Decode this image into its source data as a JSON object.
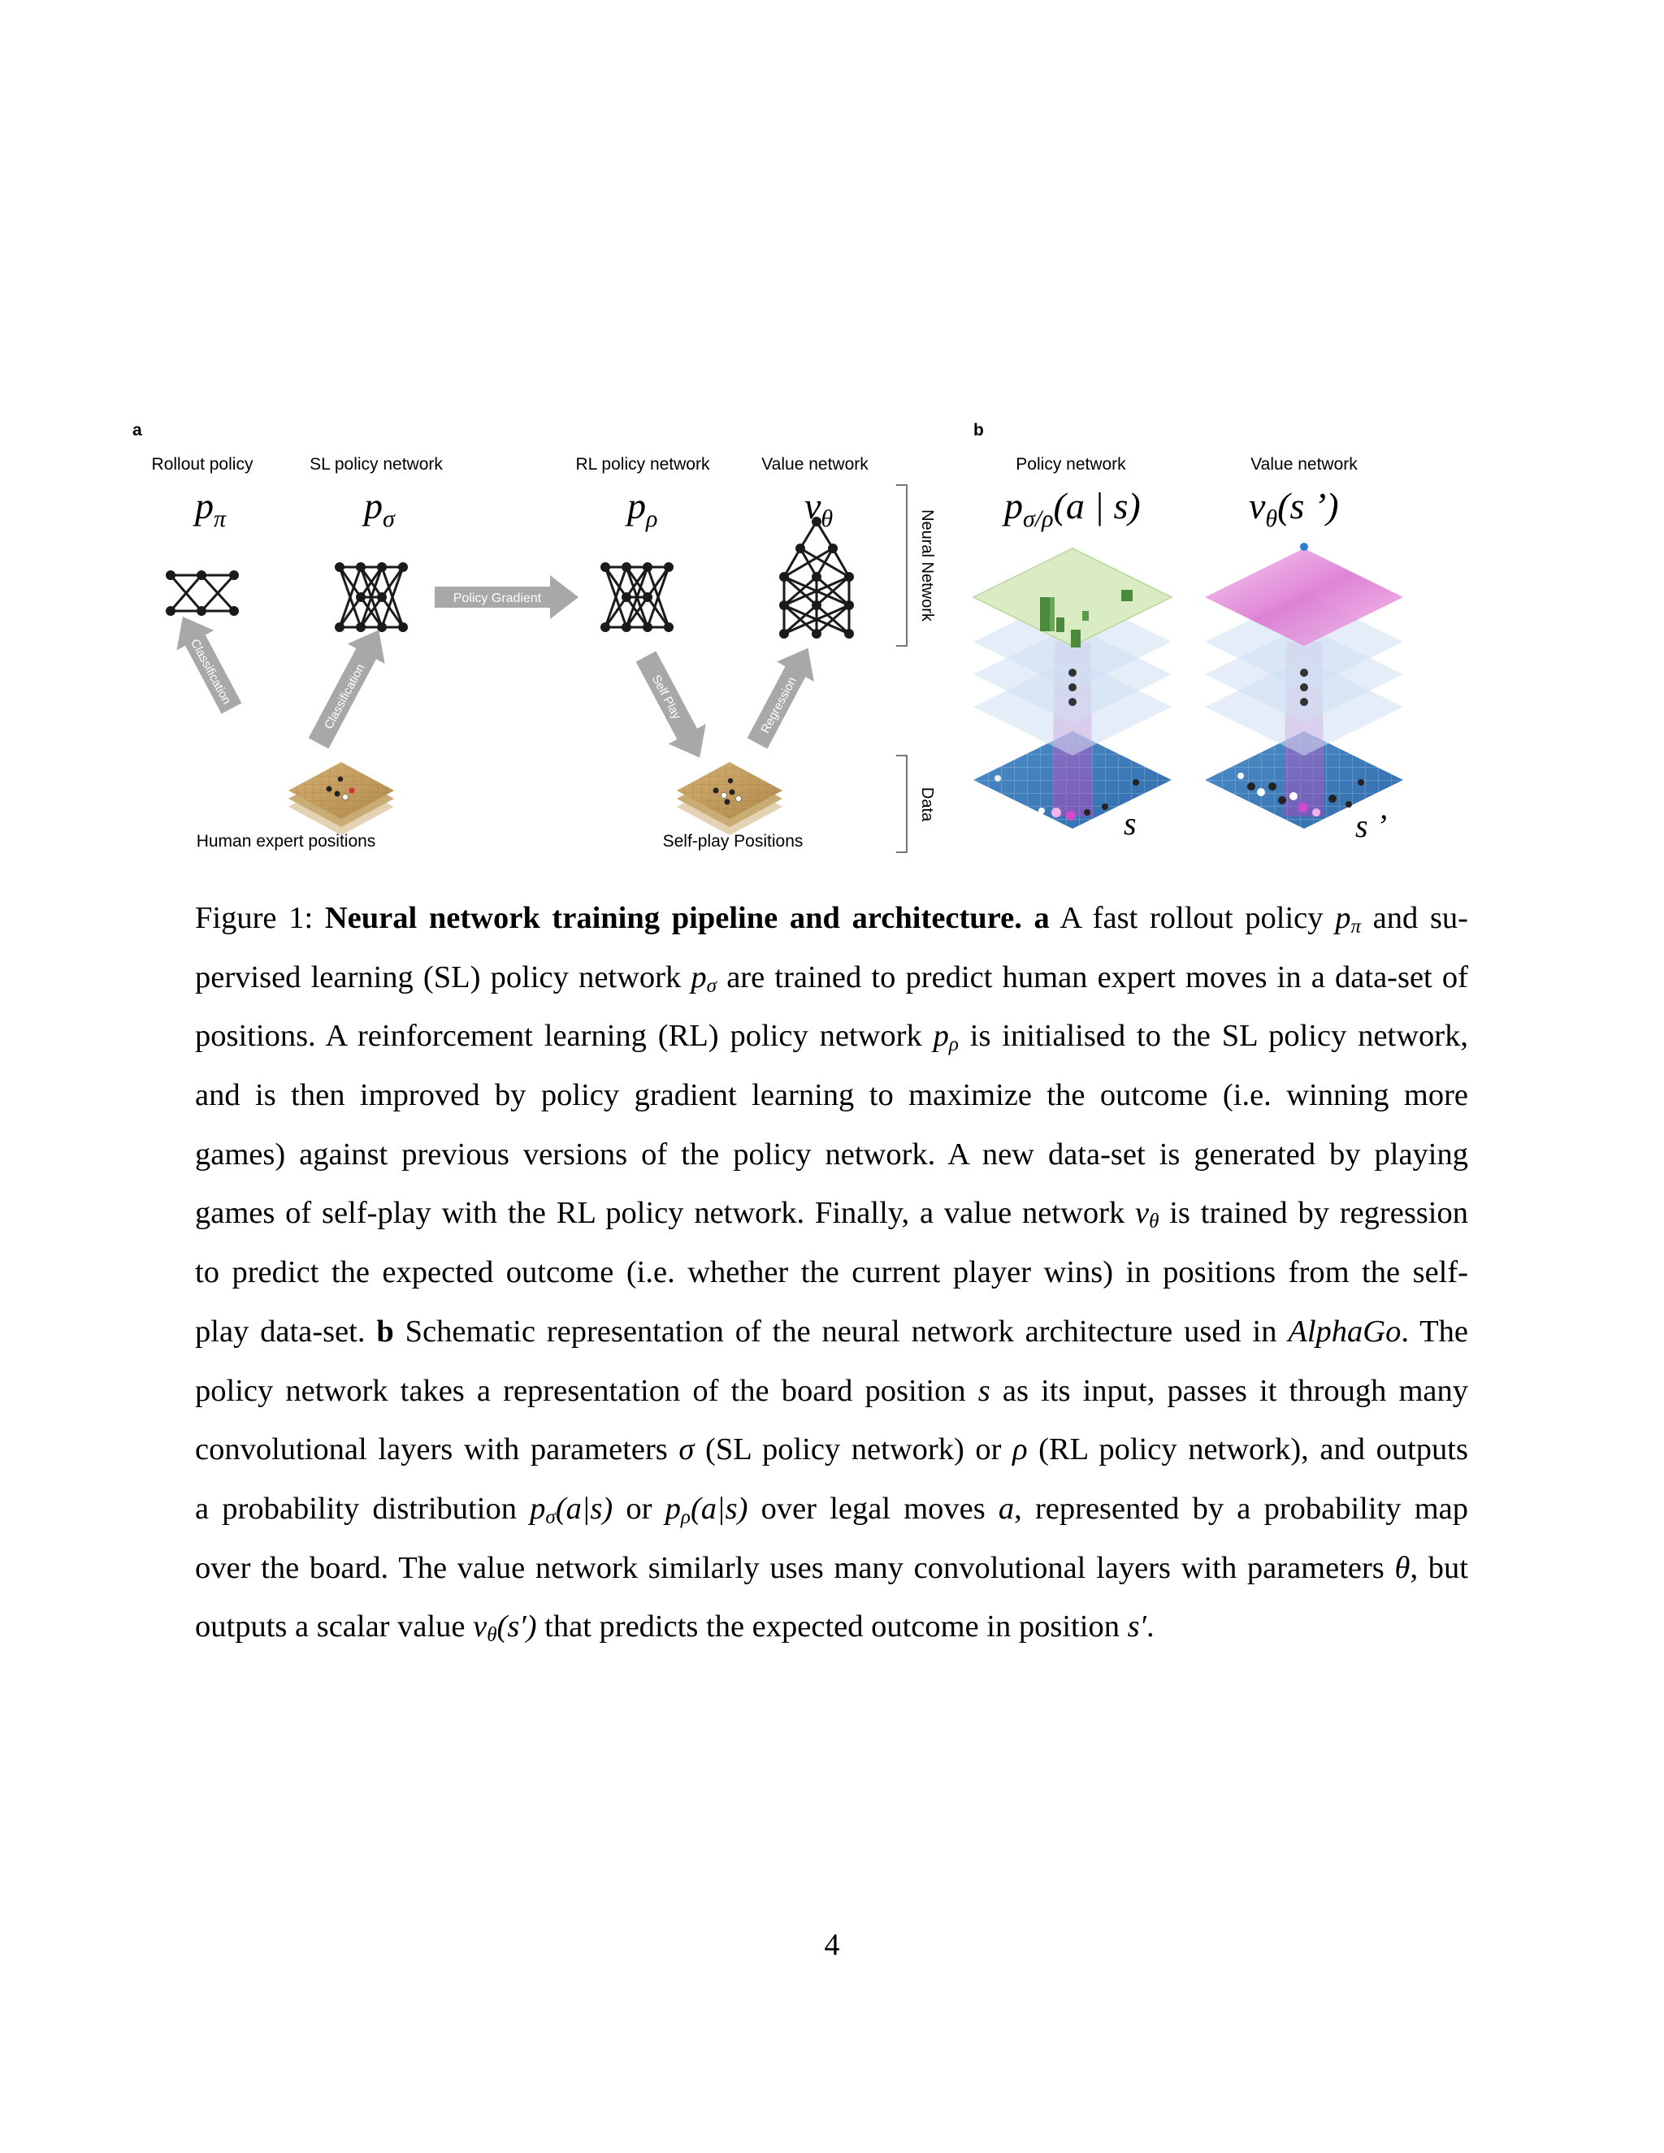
{
  "figure": {
    "panel_a": {
      "letter": "a",
      "titles": {
        "rollout": "Rollout policy",
        "sl": "SL policy network",
        "rl": "RL policy network",
        "value": "Value network"
      },
      "symbols": {
        "rollout": {
          "base": "p",
          "sub": "π"
        },
        "sl": {
          "base": "p",
          "sub": "σ"
        },
        "rl": {
          "base": "p",
          "sub": "ρ"
        },
        "value": {
          "base": "v",
          "sub": "θ"
        }
      },
      "arrows": {
        "policy_gradient": "Policy Gradient",
        "classification_left": "Classification",
        "classification_right": "Classification",
        "self_play": "Self Play",
        "regression": "Regression"
      },
      "data_labels": {
        "human": "Human expert positions",
        "selfplay": "Self-play Positions"
      },
      "brackets": {
        "neural_network": "Neural Network",
        "data": "Data"
      }
    },
    "panel_b": {
      "letter": "b",
      "titles": {
        "policy": "Policy network",
        "value": "Value network"
      },
      "symbols": {
        "policy": {
          "base": "p",
          "sub": "σ/ρ",
          "rest": "(a | s)"
        },
        "value": {
          "base": "v",
          "sub": "θ",
          "rest": "(s ’)"
        }
      },
      "board_labels": {
        "policy": "s",
        "value": "s ’"
      }
    }
  },
  "caption": {
    "label": "Figure 1:",
    "title": "Neural network training pipeline and architecture.",
    "lines": [
      {
        "t1": " a",
        "t2": " A fast rollout policy ",
        "m1": "p",
        "s1": "π",
        "t3": " and su-"
      },
      {
        "t1": "pervised learning (SL) policy network ",
        "m1": "p",
        "s1": "σ",
        "t2": " are trained to predict human expert moves in a data-set of"
      },
      {
        "t1": "positions. A reinforcement learning (RL) policy network ",
        "m1": "p",
        "s1": "ρ",
        "t2": " is initialised to the SL policy network,"
      },
      {
        "t1": "and is then improved by policy gradient learning to maximize the outcome (i.e. winning more"
      },
      {
        "t1": "games) against previous versions of the policy network. A new data-set is generated by playing"
      },
      {
        "t1": "games of self-play with the RL policy network. Finally, a value network ",
        "m1": "v",
        "s1": "θ",
        "t2": " is trained by regression"
      },
      {
        "t1": "to predict the expected outcome (i.e. whether the current player wins) in positions from the self-"
      },
      {
        "t1": "play data-set. ",
        "b1": "b",
        "t2": " Schematic representation of the neural network architecture used in ",
        "i1": "AlphaGo",
        "t3": ". The"
      },
      {
        "t1": "policy network takes a representation of the board position ",
        "m1": "s",
        "t2": " as its input, passes it through many"
      },
      {
        "t1": "convolutional layers with parameters ",
        "m1": "σ",
        "t2": " (SL policy network) or ",
        "m2": "ρ",
        "t3": " (RL policy network), and outputs"
      },
      {
        "t1": "a probability distribution ",
        "m1": "p",
        "s1": "σ",
        "r1": "(a|s)",
        "t2": " or ",
        "m2": "p",
        "s2": "ρ",
        "r2": "(a|s)",
        "t3": " over legal moves ",
        "m3": "a",
        "t4": ", represented by a probability map"
      },
      {
        "t1": "over the board. The value network similarly uses many convolutional layers with parameters ",
        "m1": "θ",
        "t2": ", but"
      },
      {
        "t1": "outputs a scalar value ",
        "m1": "v",
        "s1": "θ",
        "r1": "(s′)",
        "t2": " that predicts the expected outcome in position ",
        "m2": "s′",
        "t3": "."
      }
    ]
  },
  "page_number": "4"
}
